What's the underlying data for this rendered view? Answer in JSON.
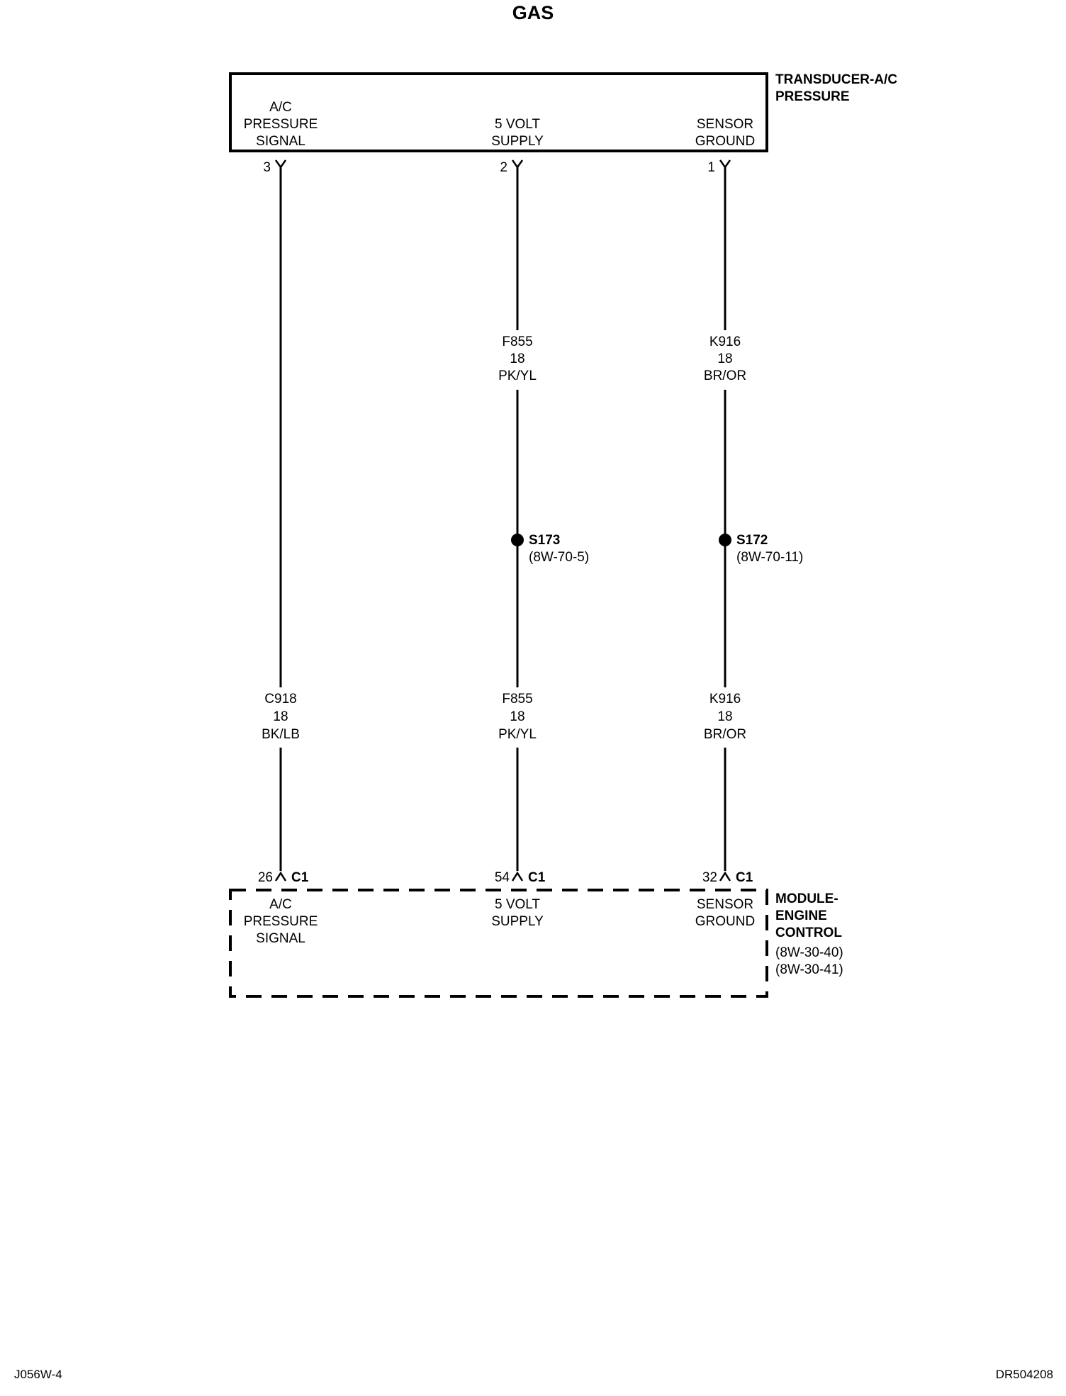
{
  "title": "GAS",
  "transducer": {
    "name_lines": [
      "TRANSDUCER-A/C",
      "PRESSURE"
    ],
    "pins": [
      {
        "pin": "3",
        "label_lines": [
          "A/C",
          "PRESSURE",
          "SIGNAL"
        ]
      },
      {
        "pin": "2",
        "label_lines": [
          "5 VOLT",
          "SUPPLY"
        ]
      },
      {
        "pin": "1",
        "label_lines": [
          "SENSOR",
          "GROUND"
        ]
      }
    ]
  },
  "wires": {
    "upper": [
      null,
      {
        "circuit": "F855",
        "gauge": "18",
        "color": "PK/YL"
      },
      {
        "circuit": "K916",
        "gauge": "18",
        "color": "BR/OR"
      }
    ],
    "lower": [
      {
        "circuit": "C918",
        "gauge": "18",
        "color": "BK/LB"
      },
      {
        "circuit": "F855",
        "gauge": "18",
        "color": "PK/YL"
      },
      {
        "circuit": "K916",
        "gauge": "18",
        "color": "BR/OR"
      }
    ]
  },
  "splices": [
    null,
    {
      "id": "S173",
      "ref": "(8W-70-5)"
    },
    {
      "id": "S172",
      "ref": "(8W-70-11)"
    }
  ],
  "module": {
    "name_lines": [
      "MODULE-",
      "ENGINE",
      "CONTROL"
    ],
    "refs": [
      "(8W-30-40)",
      "(8W-30-41)"
    ],
    "pins": [
      {
        "pin": "26",
        "connector": "C1",
        "label_lines": [
          "A/C",
          "PRESSURE",
          "SIGNAL"
        ]
      },
      {
        "pin": "54",
        "connector": "C1",
        "label_lines": [
          "5 VOLT",
          "SUPPLY"
        ]
      },
      {
        "pin": "32",
        "connector": "C1",
        "label_lines": [
          "SENSOR",
          "GROUND"
        ]
      }
    ]
  },
  "footer": {
    "left": "J056W-4",
    "right": "DR504208"
  }
}
